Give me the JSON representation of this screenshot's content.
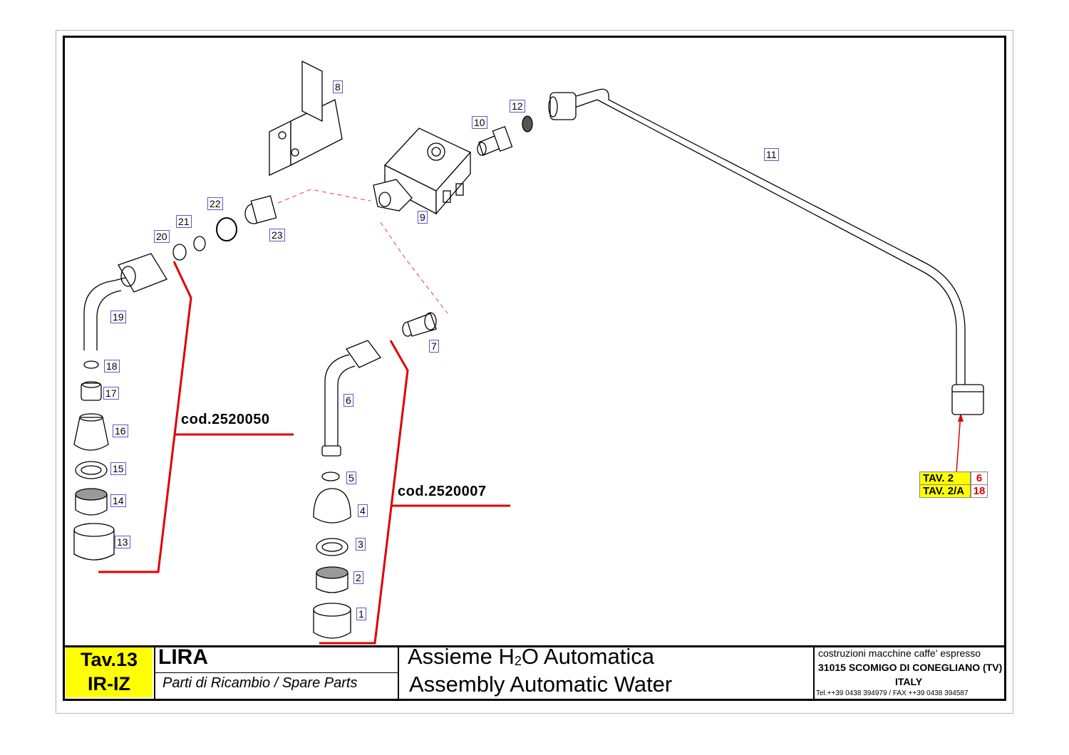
{
  "title_block": {
    "tav_number": "Tav.13",
    "tav_code": "IR-IZ",
    "model": "LIRA",
    "subtitle": "Parti di Ricambio / Spare Parts",
    "title_it_pre": "Assieme H",
    "title_it_sub": "2",
    "title_it_post": "O  Automatica",
    "title_en": "Assembly Automatic Water",
    "company_line1": "costruzioni macchine caffe' espresso",
    "company_line2": "31015 SCOMIGO DI CONEGLIANO (TV)",
    "company_line3": "ITALY",
    "company_contact": "Tel.++39 0438 394979 / FAX ++39 0438 394587"
  },
  "part_labels": [
    "1",
    "2",
    "3",
    "4",
    "5",
    "6",
    "7",
    "8",
    "9",
    "10",
    "11",
    "12",
    "13",
    "14",
    "15",
    "16",
    "17",
    "18",
    "19",
    "20",
    "21",
    "22",
    "23"
  ],
  "codes": {
    "left": "cod.2520050",
    "right": "cod.2520007"
  },
  "references": [
    {
      "label": "TAV. 2",
      "value": "6"
    },
    {
      "label": "TAV. 2/A",
      "value": "18"
    }
  ],
  "colors": {
    "highlight": "#ffff00",
    "leader_red": "#e00000",
    "label_border": "#5a5ad0"
  }
}
